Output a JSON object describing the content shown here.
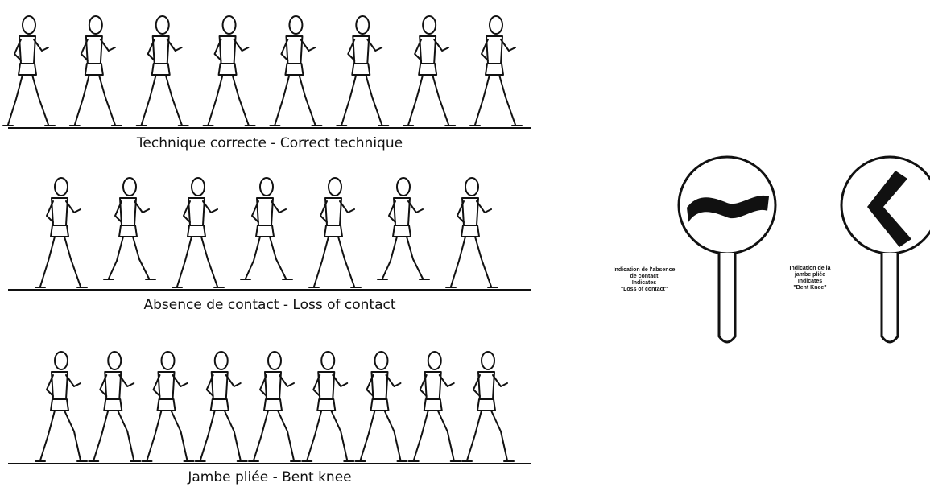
{
  "rows": [
    {
      "caption": "Technique correcte - Correct technique",
      "figure_count": 8
    },
    {
      "caption": "Absence de contact - Loss of contact",
      "figure_count": 7
    },
    {
      "caption": "Jambe pliée - Bent knee",
      "figure_count": 9
    }
  ],
  "paddles": [
    {
      "symbol": "wavy-line-icon",
      "label_fr": "Indication de l'absence de contact",
      "label_en_prefix": "Indicates",
      "label_en": "\"Loss of contact\""
    },
    {
      "symbol": "chevron-left-icon",
      "label_fr": "Indication de la jambe pliée",
      "label_en_prefix": "Indicates",
      "label_en": "\"Bent Knee\""
    }
  ],
  "colors": {
    "ink": "#111111",
    "background": "#ffffff"
  }
}
